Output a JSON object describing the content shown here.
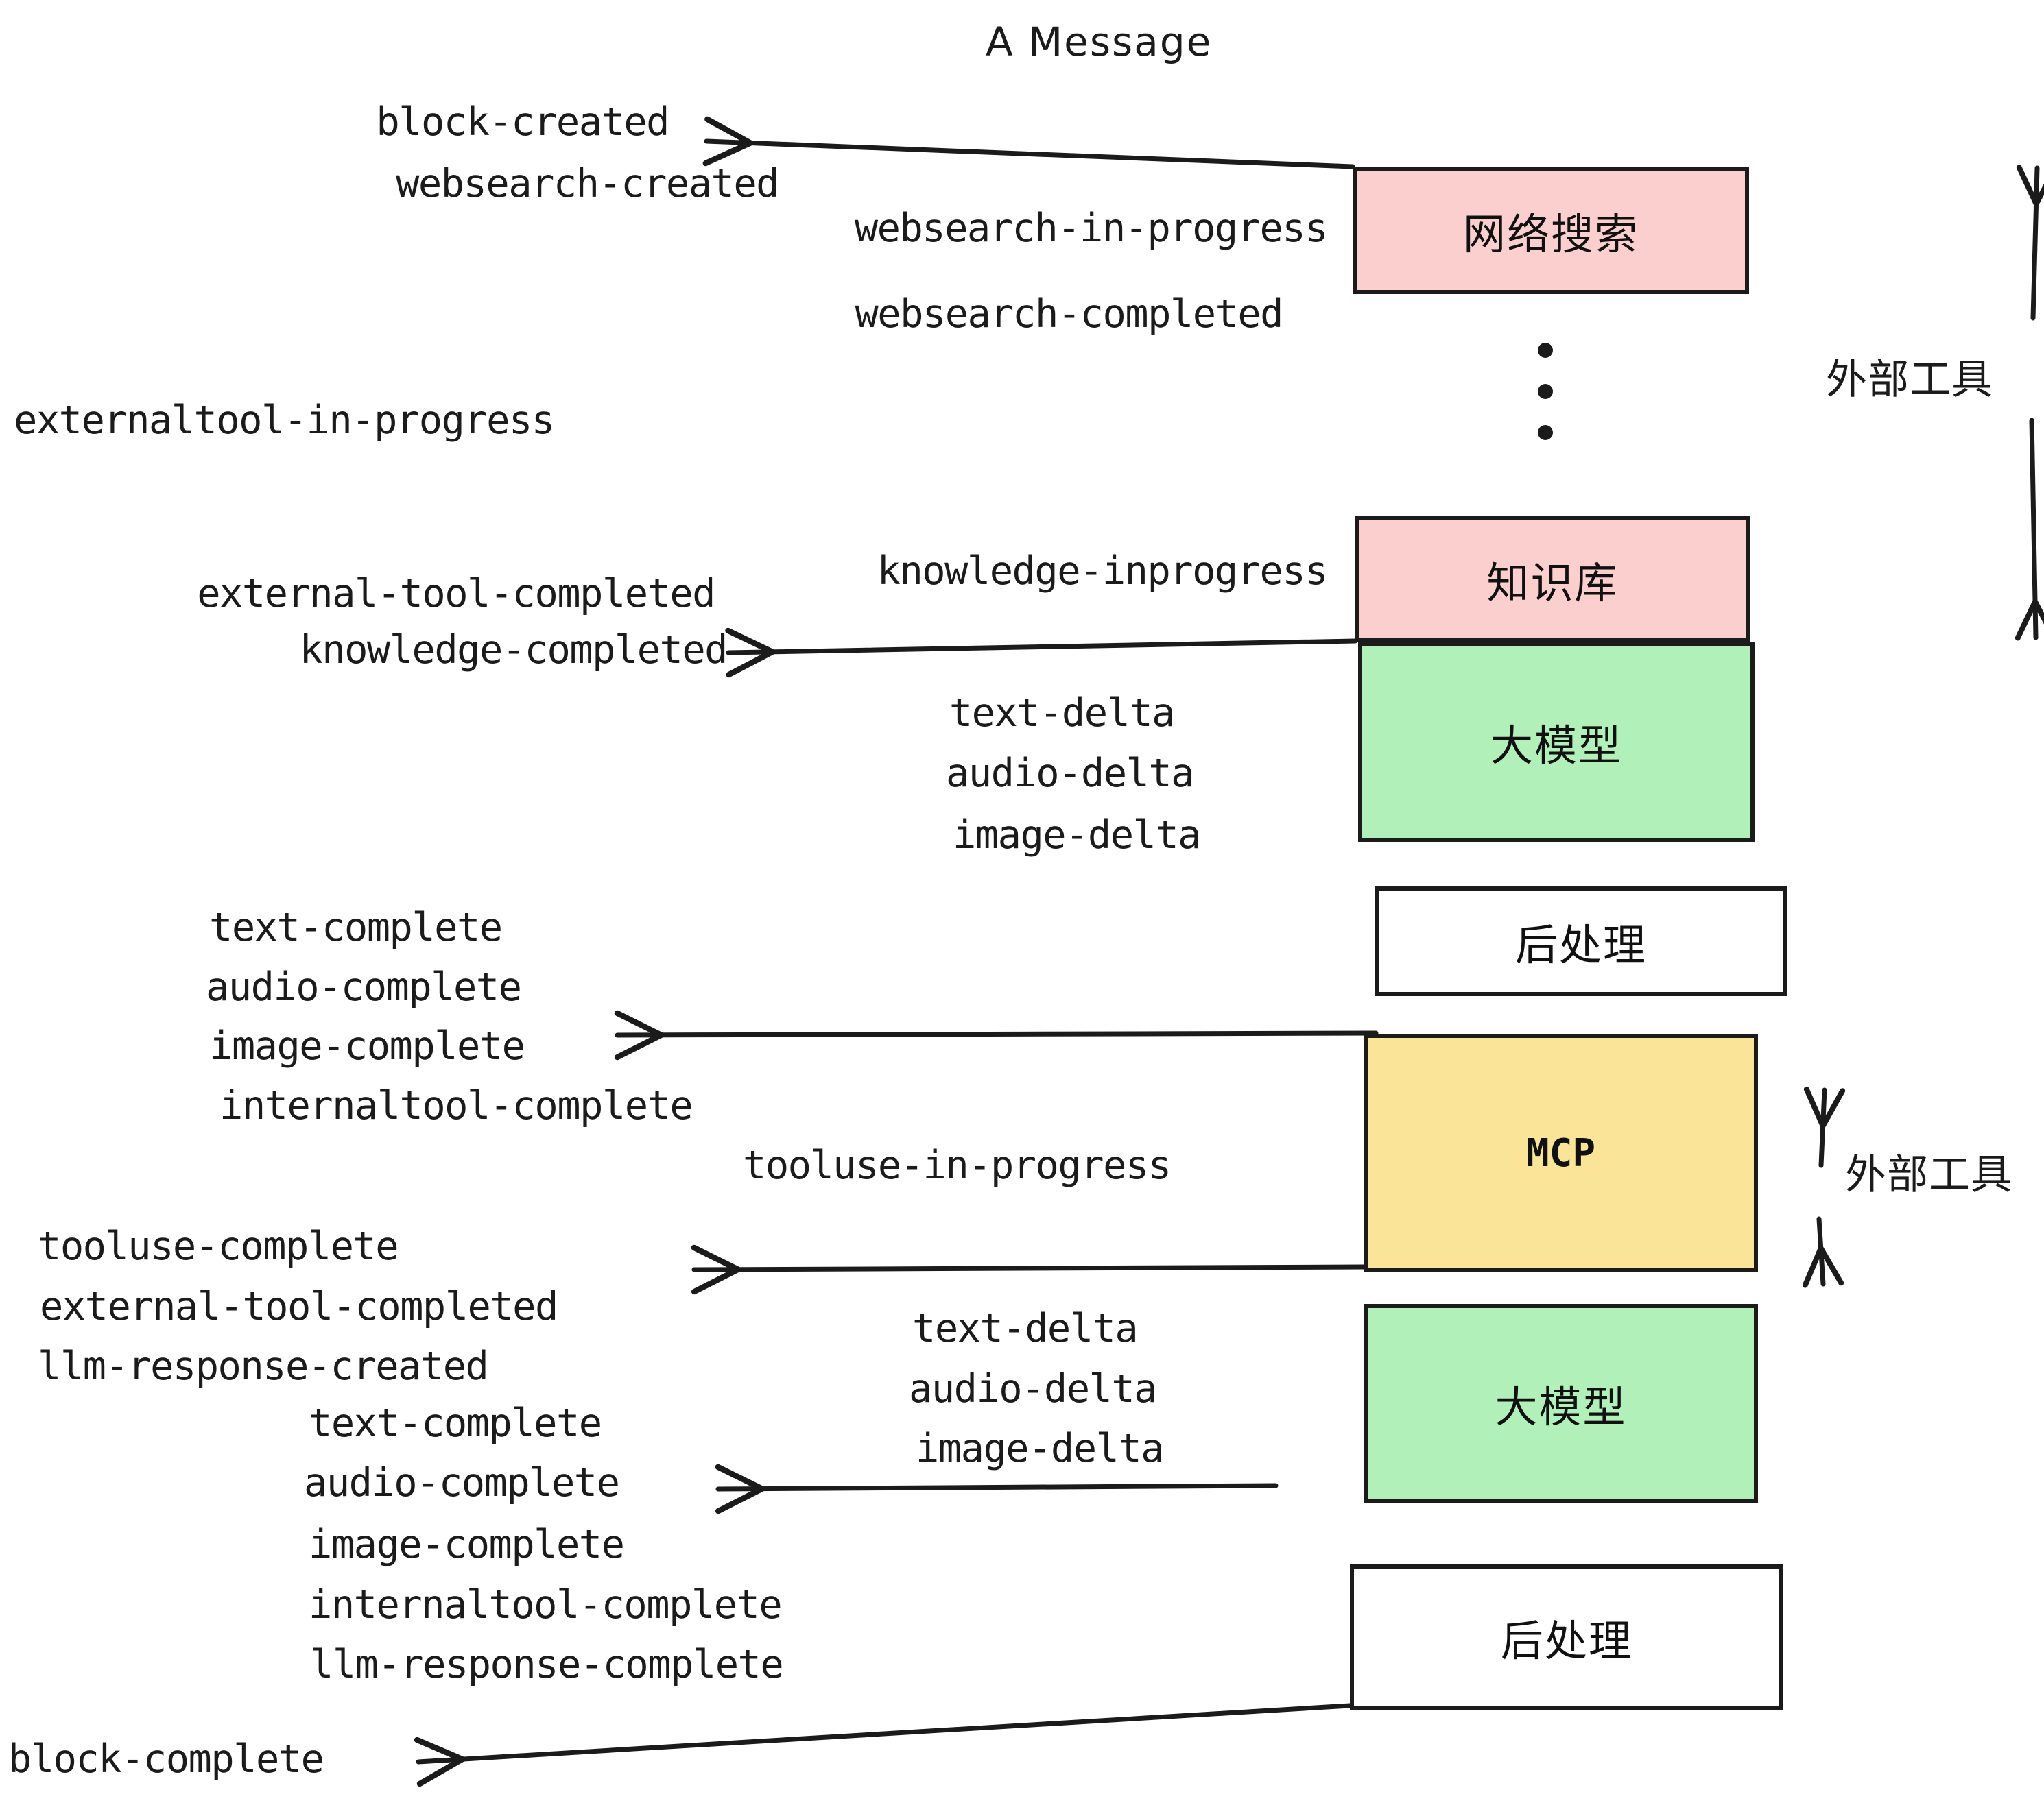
{
  "title": "A Message",
  "boxes": [
    {
      "id": "websearch",
      "label": "网络搜索",
      "color": "#fccfcf"
    },
    {
      "id": "knowledge",
      "label": "知识库",
      "color": "#fccfcf"
    },
    {
      "id": "llm-top",
      "label": "大模型",
      "color": "#b2f0ba"
    },
    {
      "id": "post-top",
      "label": "后处理",
      "color": "#ffffff"
    },
    {
      "id": "mcp",
      "label": "MCP",
      "color": "#fae498"
    },
    {
      "id": "llm-bottom",
      "label": "大模型",
      "color": "#b2f0ba"
    },
    {
      "id": "post-bottom",
      "label": "后处理",
      "color": "#ffffff"
    }
  ],
  "side_labels": {
    "top": "外部工具",
    "bottom": "外部工具"
  },
  "events": {
    "block_created": "block-created",
    "websearch_created": "websearch-created",
    "websearch_in_progress": "websearch-in-progress",
    "websearch_completed": "websearch-completed",
    "externaltool_in_progress": "externaltool-in-progress",
    "knowledge_inprogress": "knowledge-inprogress",
    "external_tool_completed_1": "external-tool-completed",
    "knowledge_completed": "knowledge-completed",
    "text_delta_1": "text-delta",
    "audio_delta_1": "audio-delta",
    "image_delta_1": "image-delta",
    "text_complete_1": "text-complete",
    "audio_complete_1": "audio-complete",
    "image_complete_1": "image-complete",
    "internaltool_complete_1": "internaltool-complete",
    "tooluse_in_progress": "tooluse-in-progress",
    "tooluse_complete": "tooluse-complete",
    "external_tool_completed_2": "external-tool-completed",
    "llm_response_created": "llm-response-created",
    "text_delta_2": "text-delta",
    "audio_delta_2": "audio-delta",
    "image_delta_2": "image-delta",
    "text_complete_2": "text-complete",
    "audio_complete_2": "audio-complete",
    "image_complete_2": "image-complete",
    "internaltool_complete_2": "internaltool-complete",
    "llm_response_complete": "llm-response-complete",
    "block_complete": "block-complete"
  },
  "colors": {
    "ink": "#1b1b1b",
    "pink": "#fccfcf",
    "green": "#b2f0ba",
    "yellow": "#fae498",
    "white": "#ffffff"
  }
}
